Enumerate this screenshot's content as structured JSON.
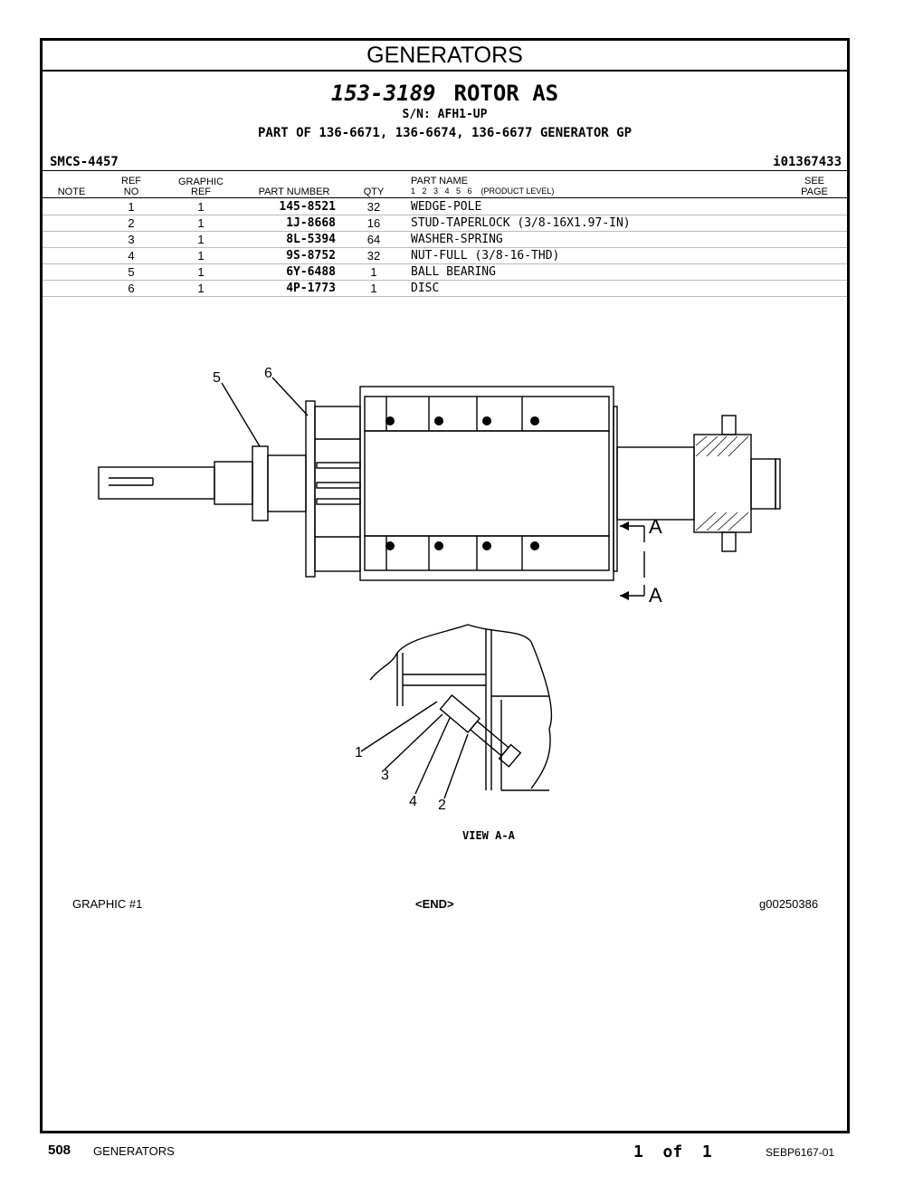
{
  "title": "GENERATORS",
  "heading": {
    "number": "153-3189",
    "name": "ROTOR AS"
  },
  "serial": "S/N: AFH1-UP",
  "part_of": "PART OF 136-6671, 136-6674, 136-6677 GENERATOR GP",
  "smcs": "SMCS-4457",
  "info_id": "i01367433",
  "columns": {
    "note": "NOTE",
    "ref_no_1": "REF",
    "ref_no_2": "NO",
    "graphic_ref_1": "GRAPHIC",
    "graphic_ref_2": "REF",
    "part_number": "PART NUMBER",
    "qty": "QTY",
    "part_name": "PART NAME",
    "product_level": "1   2   3   4   5   6    (PRODUCT LEVEL)",
    "see_page_1": "SEE",
    "see_page_2": "PAGE"
  },
  "rows": [
    {
      "ref": "1",
      "graphic": "1",
      "part_number": "145-8521",
      "qty": "32",
      "name": "WEDGE-POLE"
    },
    {
      "ref": "2",
      "graphic": "1",
      "part_number": "1J-8668",
      "qty": "16",
      "name": "STUD-TAPERLOCK (3/8-16X1.97-IN)"
    },
    {
      "ref": "3",
      "graphic": "1",
      "part_number": "8L-5394",
      "qty": "64",
      "name": "WASHER-SPRING"
    },
    {
      "ref": "4",
      "graphic": "1",
      "part_number": "9S-8752",
      "qty": "32",
      "name": "NUT-FULL (3/8-16-THD)"
    },
    {
      "ref": "5",
      "graphic": "1",
      "part_number": "6Y-6488",
      "qty": "1",
      "name": "BALL BEARING"
    },
    {
      "ref": "6",
      "graphic": "1",
      "part_number": "4P-1773",
      "qty": "1",
      "name": "DISC"
    }
  ],
  "drawing": {
    "callouts": [
      "5",
      "6",
      "1",
      "3",
      "4",
      "2"
    ],
    "section_mark": "A",
    "view_label": "VIEW A-A"
  },
  "graphic_label": "GRAPHIC #1",
  "end_label": "<END>",
  "graphic_id": "g00250386",
  "footer": {
    "page_number": "508",
    "section": "GENERATORS",
    "page_of": "1  of  1",
    "doc_id": "SEBP6167-01"
  }
}
